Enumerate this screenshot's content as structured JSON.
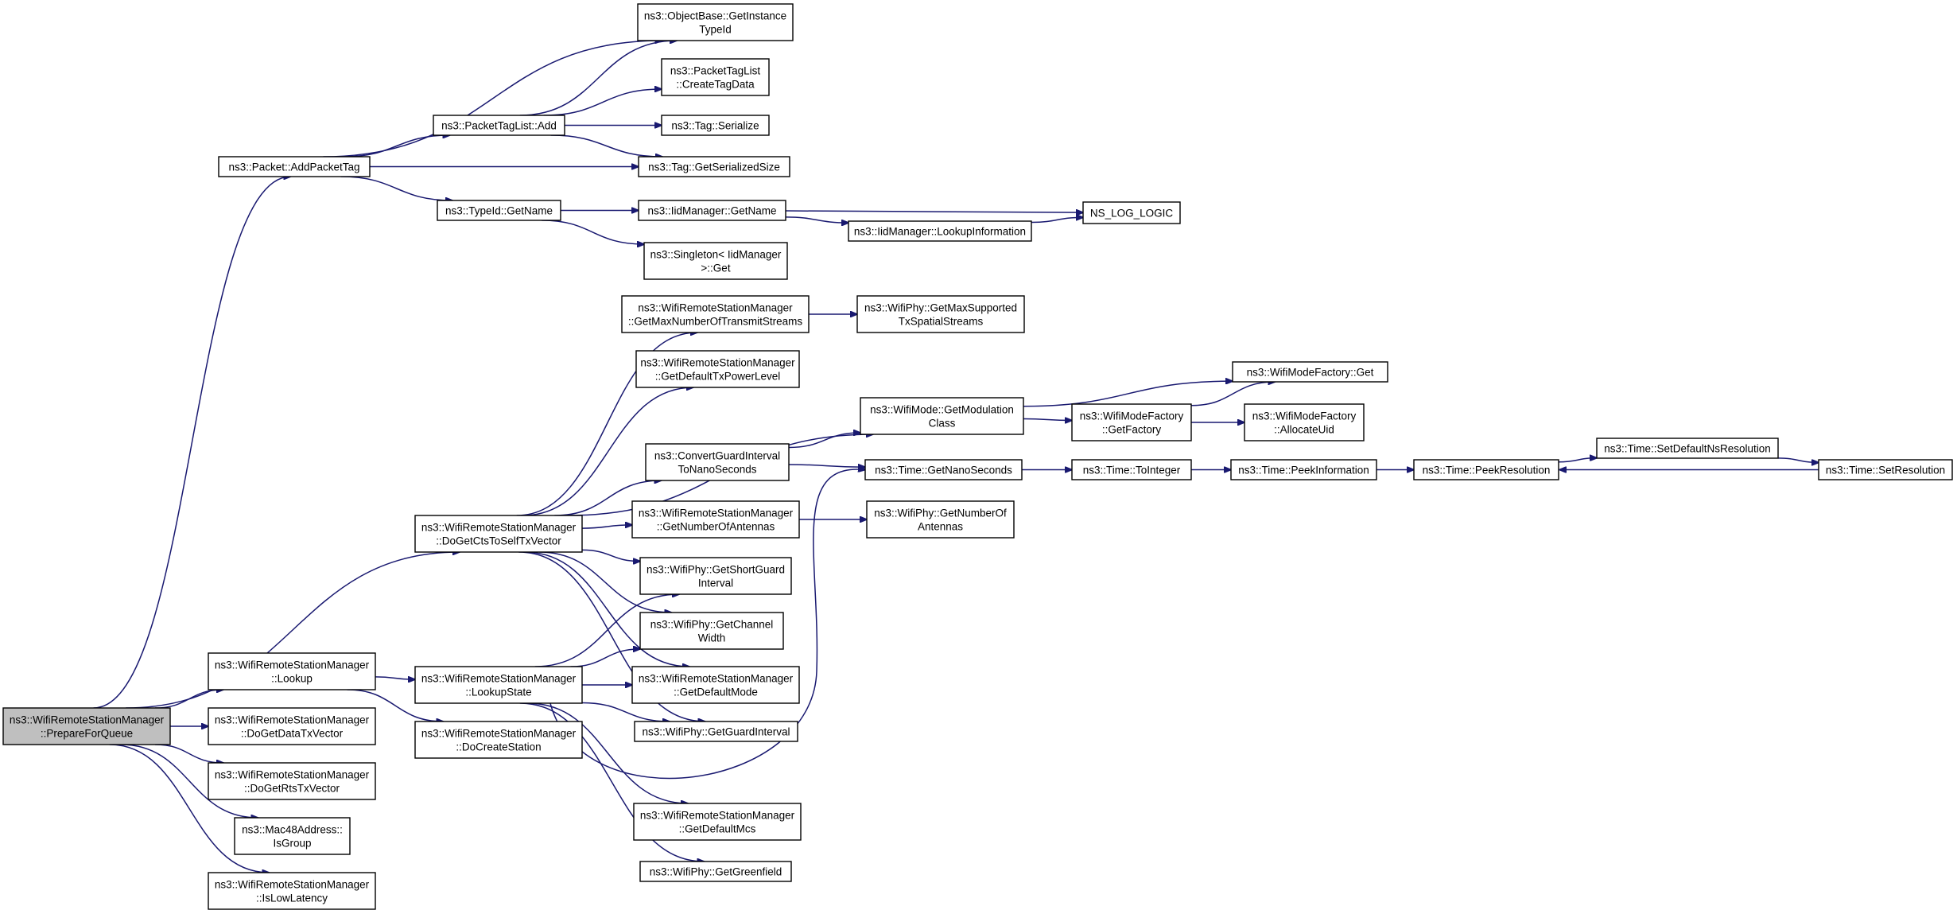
{
  "nodes": [
    {
      "id": "root",
      "lines": [
        "ns3::WifiRemoteStationManager",
        "::PrepareForQueue"
      ],
      "highlight": true
    },
    {
      "id": "addpackettag",
      "lines": [
        "ns3::Packet::AddPacketTag"
      ]
    },
    {
      "id": "dogetctstoself",
      "lines": [
        "ns3::WifiRemoteStationManager",
        "::DoGetCtsToSelfTxVector"
      ]
    },
    {
      "id": "lookup",
      "lines": [
        "ns3::WifiRemoteStationManager",
        "::Lookup"
      ]
    },
    {
      "id": "dogetdatatx",
      "lines": [
        "ns3::WifiRemoteStationManager",
        "::DoGetDataTxVector"
      ]
    },
    {
      "id": "dogetrtstx",
      "lines": [
        "ns3::WifiRemoteStationManager",
        "::DoGetRtsTxVector"
      ]
    },
    {
      "id": "isgroup",
      "lines": [
        "ns3::Mac48Address::",
        "IsGroup"
      ]
    },
    {
      "id": "islowlatency",
      "lines": [
        "ns3::WifiRemoteStationManager",
        "::IsLowLatency"
      ]
    },
    {
      "id": "getinstancetypeid",
      "lines": [
        "ns3::ObjectBase::GetInstance",
        "TypeId"
      ]
    },
    {
      "id": "ptladd",
      "lines": [
        "ns3::PacketTagList::Add"
      ]
    },
    {
      "id": "createtagdata",
      "lines": [
        "ns3::PacketTagList",
        "::CreateTagData"
      ]
    },
    {
      "id": "tagserialize",
      "lines": [
        "ns3::Tag::Serialize"
      ]
    },
    {
      "id": "taggetserializedsize",
      "lines": [
        "ns3::Tag::GetSerializedSize"
      ]
    },
    {
      "id": "typeidgetname",
      "lines": [
        "ns3::TypeId::GetName"
      ]
    },
    {
      "id": "iidgetname",
      "lines": [
        "ns3::IidManager::GetName"
      ]
    },
    {
      "id": "iidlookupinfo",
      "lines": [
        "ns3::IidManager::LookupInformation"
      ]
    },
    {
      "id": "nslog",
      "lines": [
        "NS_LOG_LOGIC"
      ]
    },
    {
      "id": "singletonget",
      "lines": [
        "ns3::Singleton< IidManager",
        ">::Get"
      ]
    },
    {
      "id": "getmaxnumtx",
      "lines": [
        "ns3::WifiRemoteStationManager",
        "::GetMaxNumberOfTransmitStreams"
      ]
    },
    {
      "id": "getmaxsupported",
      "lines": [
        "ns3::WifiPhy::GetMaxSupported",
        "TxSpatialStreams"
      ]
    },
    {
      "id": "getdefaulttxpower",
      "lines": [
        "ns3::WifiRemoteStationManager",
        "::GetDefaultTxPowerLevel"
      ]
    },
    {
      "id": "convertgi",
      "lines": [
        "ns3::ConvertGuardInterval",
        "ToNanoSeconds"
      ]
    },
    {
      "id": "getnumantennas",
      "lines": [
        "ns3::WifiRemoteStationManager",
        "::GetNumberOfAntennas"
      ]
    },
    {
      "id": "getshortgi",
      "lines": [
        "ns3::WifiPhy::GetShortGuard",
        "Interval"
      ]
    },
    {
      "id": "getchannelwidth",
      "lines": [
        "ns3::WifiPhy::GetChannel",
        "Width"
      ]
    },
    {
      "id": "getdefaultmode",
      "lines": [
        "ns3::WifiRemoteStationManager",
        "::GetDefaultMode"
      ]
    },
    {
      "id": "getguardinterval",
      "lines": [
        "ns3::WifiPhy::GetGuardInterval"
      ]
    },
    {
      "id": "lookupstate",
      "lines": [
        "ns3::WifiRemoteStationManager",
        "::LookupState"
      ]
    },
    {
      "id": "docreatestation",
      "lines": [
        "ns3::WifiRemoteStationManager",
        "::DoCreateStation"
      ]
    },
    {
      "id": "getdefaultmcs",
      "lines": [
        "ns3::WifiRemoteStationManager",
        "::GetDefaultMcs"
      ]
    },
    {
      "id": "getgreenfield",
      "lines": [
        "ns3::WifiPhy::GetGreenfield"
      ]
    },
    {
      "id": "getmodclass",
      "lines": [
        "ns3::WifiMode::GetModulation",
        "Class"
      ]
    },
    {
      "id": "phygetnumantennas",
      "lines": [
        "ns3::WifiPhy::GetNumberOf",
        "Antennas"
      ]
    },
    {
      "id": "timegetnanoseconds",
      "lines": [
        "ns3::Time::GetNanoSeconds"
      ]
    },
    {
      "id": "wmfget",
      "lines": [
        "ns3::WifiModeFactory::Get"
      ]
    },
    {
      "id": "wmfgetfactory",
      "lines": [
        "ns3::WifiModeFactory",
        "::GetFactory"
      ]
    },
    {
      "id": "wmfallocateuid",
      "lines": [
        "ns3::WifiModeFactory",
        "::AllocateUid"
      ]
    },
    {
      "id": "timetointeger",
      "lines": [
        "ns3::Time::ToInteger"
      ]
    },
    {
      "id": "timepeekinfo",
      "lines": [
        "ns3::Time::PeekInformation"
      ]
    },
    {
      "id": "timepeekres",
      "lines": [
        "ns3::Time::PeekResolution"
      ]
    },
    {
      "id": "timesetdefaultns",
      "lines": [
        "ns3::Time::SetDefaultNsResolution"
      ]
    },
    {
      "id": "timesetres",
      "lines": [
        "ns3::Time::SetResolution"
      ]
    }
  ],
  "edges": [
    [
      "root",
      "addpackettag"
    ],
    [
      "root",
      "dogetctstoself"
    ],
    [
      "root",
      "lookup"
    ],
    [
      "root",
      "dogetdatatx"
    ],
    [
      "root",
      "dogetrtstx"
    ],
    [
      "root",
      "isgroup"
    ],
    [
      "root",
      "islowlatency"
    ],
    [
      "addpackettag",
      "getinstancetypeid"
    ],
    [
      "addpackettag",
      "ptladd"
    ],
    [
      "addpackettag",
      "taggetserializedsize"
    ],
    [
      "addpackettag",
      "typeidgetname"
    ],
    [
      "ptladd",
      "getinstancetypeid"
    ],
    [
      "ptladd",
      "createtagdata"
    ],
    [
      "ptladd",
      "tagserialize"
    ],
    [
      "ptladd",
      "taggetserializedsize"
    ],
    [
      "typeidgetname",
      "iidgetname"
    ],
    [
      "typeidgetname",
      "singletonget"
    ],
    [
      "iidgetname",
      "nslog"
    ],
    [
      "iidgetname",
      "iidlookupinfo"
    ],
    [
      "iidlookupinfo",
      "nslog"
    ],
    [
      "dogetctstoself",
      "getmaxnumtx"
    ],
    [
      "dogetctstoself",
      "getdefaulttxpower"
    ],
    [
      "dogetctstoself",
      "getmodclass"
    ],
    [
      "dogetctstoself",
      "convertgi"
    ],
    [
      "dogetctstoself",
      "getnumantennas"
    ],
    [
      "dogetctstoself",
      "getshortgi"
    ],
    [
      "dogetctstoself",
      "getchannelwidth"
    ],
    [
      "dogetctstoself",
      "getdefaultmode"
    ],
    [
      "dogetctstoself",
      "getguardinterval"
    ],
    [
      "getmaxnumtx",
      "getmaxsupported"
    ],
    [
      "getnumantennas",
      "phygetnumantennas"
    ],
    [
      "convertgi",
      "getmodclass"
    ],
    [
      "convertgi",
      "timegetnanoseconds"
    ],
    [
      "getmodclass",
      "wmfget"
    ],
    [
      "getmodclass",
      "wmfgetfactory"
    ],
    [
      "wmfgetfactory",
      "wmfget"
    ],
    [
      "wmfgetfactory",
      "wmfallocateuid"
    ],
    [
      "timegetnanoseconds",
      "timetointeger"
    ],
    [
      "timetointeger",
      "timepeekinfo"
    ],
    [
      "timepeekinfo",
      "timepeekres"
    ],
    [
      "timepeekres",
      "timesetdefaultns"
    ],
    [
      "timesetdefaultns",
      "timesetres"
    ],
    [
      "timesetres",
      "timepeekres"
    ],
    [
      "lookup",
      "lookupstate"
    ],
    [
      "lookup",
      "docreatestation"
    ],
    [
      "lookupstate",
      "getshortgi"
    ],
    [
      "lookupstate",
      "getchannelwidth"
    ],
    [
      "lookupstate",
      "getdefaultmode"
    ],
    [
      "lookupstate",
      "getguardinterval"
    ],
    [
      "lookupstate",
      "timegetnanoseconds"
    ],
    [
      "lookupstate",
      "getdefaultmcs"
    ],
    [
      "lookupstate",
      "getgreenfield"
    ]
  ],
  "colors": {
    "edge": "#191970",
    "node_border": "#000000",
    "node_fill": "#ffffff",
    "highlight_fill": "#bfbfbf"
  }
}
